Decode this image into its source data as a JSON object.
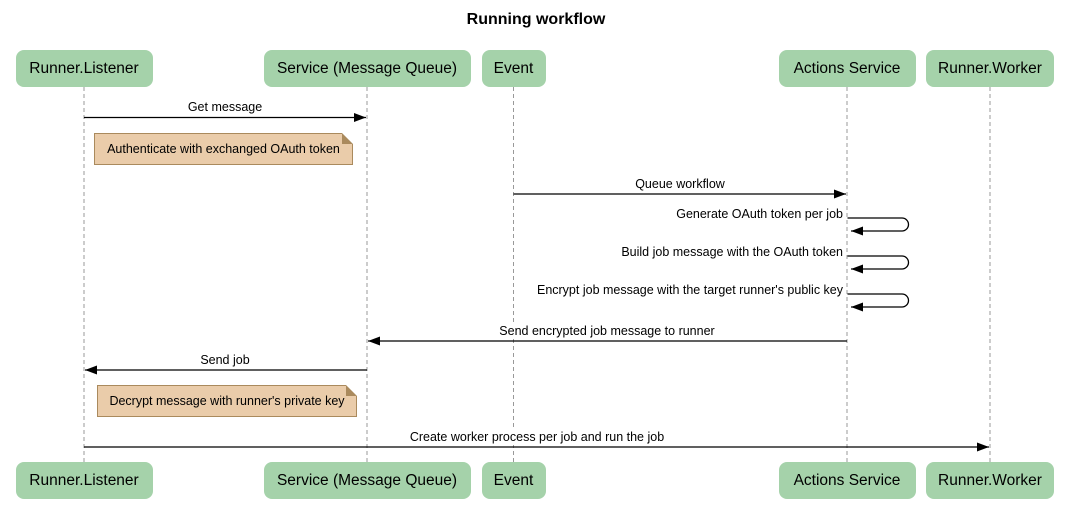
{
  "title": "Running workflow",
  "colors": {
    "participant_fill": "#a5d2aa",
    "note_fill": "#eaccaa",
    "note_border": "#aa8a5d",
    "line_color": "#000000",
    "lifeline_color": "#999999",
    "text_color": "#000000",
    "background": "#ffffff"
  },
  "participants": [
    {
      "id": "runner-listener",
      "label": "Runner.Listener"
    },
    {
      "id": "service-message-queue",
      "label": "Service (Message Queue)"
    },
    {
      "id": "event",
      "label": "Event"
    },
    {
      "id": "actions-service",
      "label": "Actions Service"
    },
    {
      "id": "runner-worker",
      "label": "Runner.Worker"
    }
  ],
  "messages": [
    {
      "label": "Get message",
      "from": "Runner.Listener",
      "to": "Service (Message Queue)"
    },
    {
      "label": "Queue workflow",
      "from": "Event",
      "to": "Actions Service"
    },
    {
      "label": "Generate OAuth token per job",
      "from": "Actions Service",
      "to": "Actions Service"
    },
    {
      "label": "Build job message with the OAuth token",
      "from": "Actions Service",
      "to": "Actions Service"
    },
    {
      "label": "Encrypt job message with the target runner's public key",
      "from": "Actions Service",
      "to": "Actions Service"
    },
    {
      "label": "Send encrypted job message to runner",
      "from": "Actions Service",
      "to": "Service (Message Queue)"
    },
    {
      "label": "Send job",
      "from": "Service (Message Queue)",
      "to": "Runner.Listener"
    },
    {
      "label": "Create worker process per job and run the job",
      "from": "Runner.Listener",
      "to": "Runner.Worker"
    }
  ],
  "notes": [
    {
      "label": "Authenticate with exchanged OAuth token",
      "position": "right of Runner.Listener"
    },
    {
      "label": "Decrypt message with runner's private key",
      "position": "right of Runner.Listener"
    }
  ]
}
